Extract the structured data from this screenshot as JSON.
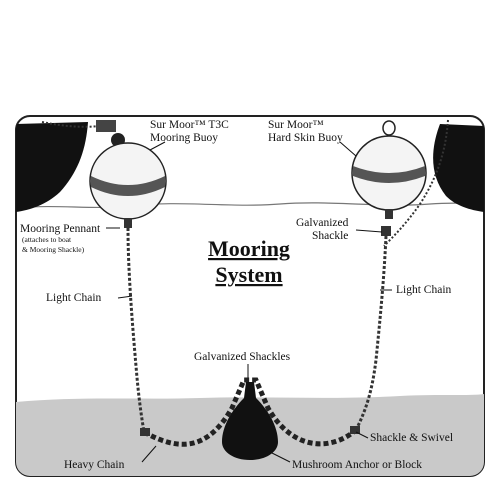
{
  "diagram": {
    "title_line1": "Mooring",
    "title_line2": "System",
    "labels": {
      "t3c_buoy_line1": "Sur Moor™ T3C",
      "t3c_buoy_line2": "Mooring Buoy",
      "hard_skin_line1": "Sur Moor™",
      "hard_skin_line2": "Hard Skin Buoy",
      "pennant": "Mooring Pennant",
      "pennant_note1": "(attaches to boat",
      "pennant_note2": "& Mooring Shackle)",
      "galv_shackle_line1": "Galvanized",
      "galv_shackle_line2": "Shackle",
      "light_chain_left": "Light Chain",
      "light_chain_right": "Light Chain",
      "galv_shackles": "Galvanized Shackles",
      "shackle_swivel": "Shackle & Swivel",
      "heavy_chain": "Heavy Chain",
      "anchor": "Mushroom Anchor or Block"
    }
  }
}
